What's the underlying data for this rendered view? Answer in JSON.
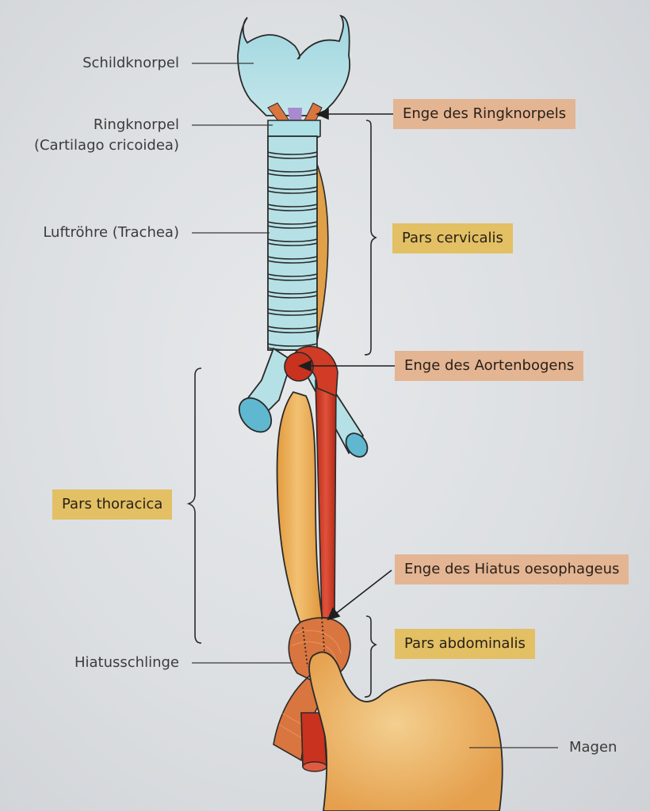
{
  "figure": {
    "left_labels": [
      {
        "id": "schildknorpel",
        "text": "Schildknorpel"
      },
      {
        "id": "ringknorpel",
        "text": "Ringknorpel"
      },
      {
        "id": "ringknorpel-latin",
        "text": "(Cartilago cricoidea)"
      },
      {
        "id": "luftroehre",
        "text": "Luftröhre (Trachea)"
      },
      {
        "id": "hiatusschlinge",
        "text": "Hiatusschlinge"
      },
      {
        "id": "magen",
        "text": "Magen"
      }
    ],
    "constriction_boxes": [
      {
        "id": "enge-ringknorpel",
        "text": "Enge des Ringknorpels"
      },
      {
        "id": "enge-aortenbogen",
        "text": "Enge des Aortenbogens"
      },
      {
        "id": "enge-hiatus",
        "text": "Enge des Hiatus oesophageus"
      }
    ],
    "section_boxes": [
      {
        "id": "pars-cervicalis",
        "text": "Pars cervicalis"
      },
      {
        "id": "pars-thoracica",
        "text": "Pars thoracica"
      },
      {
        "id": "pars-abdominalis",
        "text": "Pars abdominalis"
      }
    ],
    "colors": {
      "constriction_box": "#e3b593",
      "section_box": "#e2c063",
      "cartilage": "#aee0e6",
      "esophagus": "#e8a54a",
      "aorta": "#c8321e",
      "muscle": "#d9753f",
      "stomach": "#eab065"
    }
  }
}
